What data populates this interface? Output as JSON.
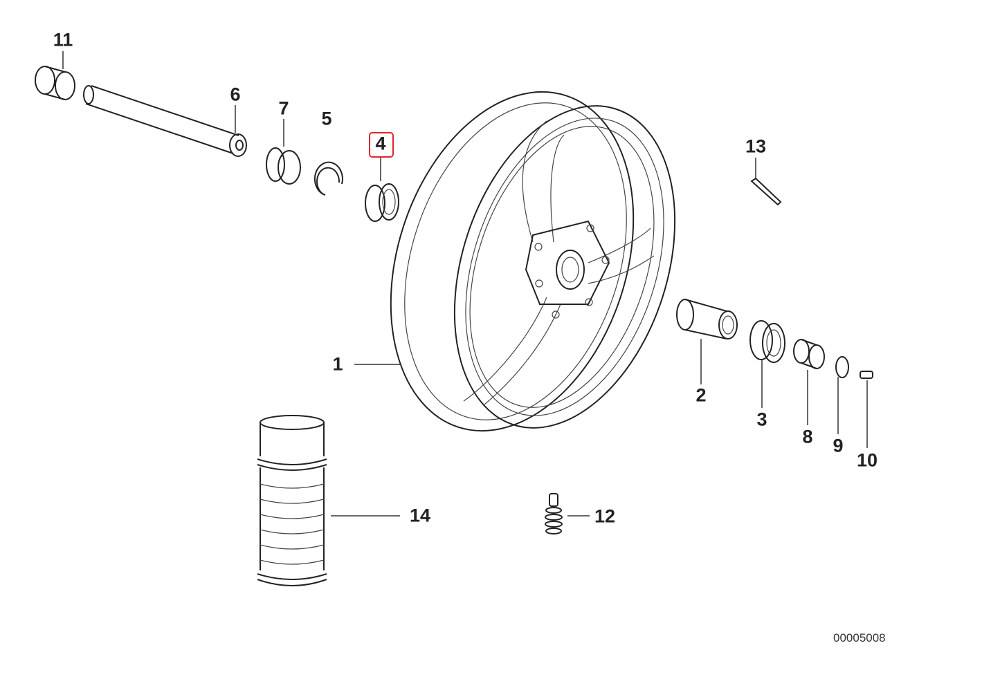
{
  "diagram": {
    "diagram_id": "00005008",
    "highlight_color": "#e0262b",
    "highlighted_part": "4",
    "labels": {
      "p1": "1",
      "p2": "2",
      "p3": "3",
      "p4": "4",
      "p5": "5",
      "p6": "6",
      "p7": "7",
      "p8": "8",
      "p9": "9",
      "p10": "10",
      "p11": "11",
      "p12": "12",
      "p13": "13",
      "p14": "14"
    }
  }
}
